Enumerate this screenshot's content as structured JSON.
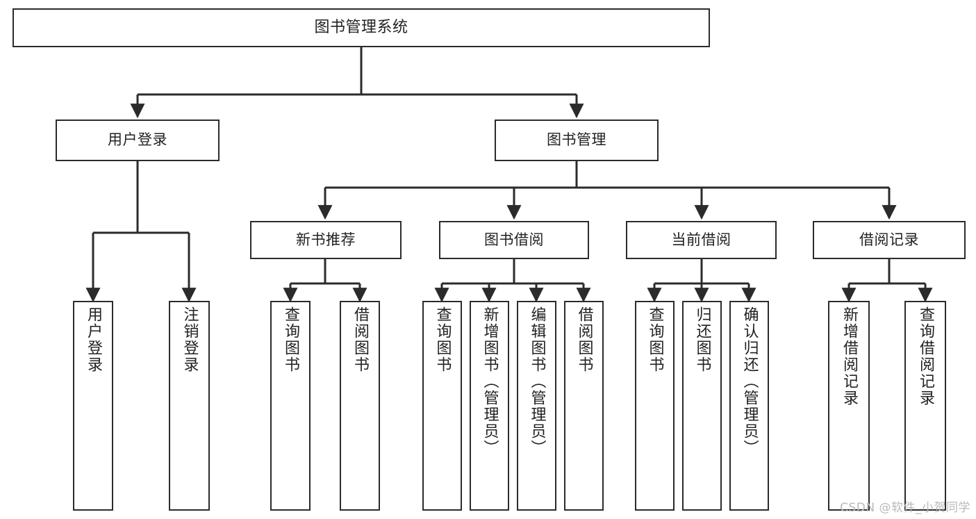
{
  "diagram": {
    "title": "图书管理系统",
    "type": "tree-hierarchy-chart",
    "watermark": "CSDN @软件_小贺同学",
    "line_color": "#2b2b2b",
    "text_color": "#222222",
    "background_color": "#ffffff"
  },
  "nodes": {
    "root": {
      "label": "图书管理系统"
    },
    "level2": [
      {
        "label": "用户登录"
      },
      {
        "label": "图书管理"
      }
    ],
    "level3": [
      {
        "label": "新书推荐"
      },
      {
        "label": "图书借阅"
      },
      {
        "label": "当前借阅"
      },
      {
        "label": "借阅记录"
      }
    ],
    "leaves": {
      "user_login": [
        {
          "label": "用户登录"
        },
        {
          "label": "注销登录"
        }
      ],
      "new_book_recommend": [
        {
          "label": "查询图书"
        },
        {
          "label": "借阅图书"
        }
      ],
      "book_borrow": [
        {
          "label": "查询图书"
        },
        {
          "label": "新增图书（管理员）"
        },
        {
          "label": "编辑图书（管理员）"
        },
        {
          "label": "借阅图书"
        }
      ],
      "current_borrow": [
        {
          "label": "查询图书"
        },
        {
          "label": "归还图书"
        },
        {
          "label": "确认归还（管理员）"
        }
      ],
      "borrow_record": [
        {
          "label": "新增借阅记录"
        },
        {
          "label": "查询借阅记录"
        }
      ]
    }
  }
}
